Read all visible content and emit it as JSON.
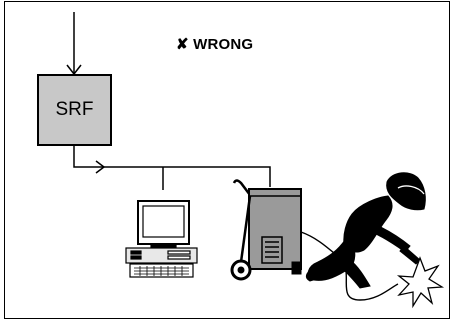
{
  "heading": {
    "mark": "✘",
    "text": "WRONG",
    "full": "✘ WRONG"
  },
  "nodes": {
    "srf_box": {
      "label": "SRF",
      "fill": "#c8c8c8"
    },
    "computer": {
      "icon": "desktop-computer-icon"
    },
    "welding_machine": {
      "icon": "welding-machine-icon"
    },
    "welder": {
      "icon": "welder-figure-icon"
    },
    "spark": {
      "icon": "weld-spark-icon"
    }
  },
  "colors": {
    "line": "#000000",
    "box_fill": "#c8c8c8",
    "machine_fill": "#9a9a9a",
    "background": "#ffffff"
  }
}
